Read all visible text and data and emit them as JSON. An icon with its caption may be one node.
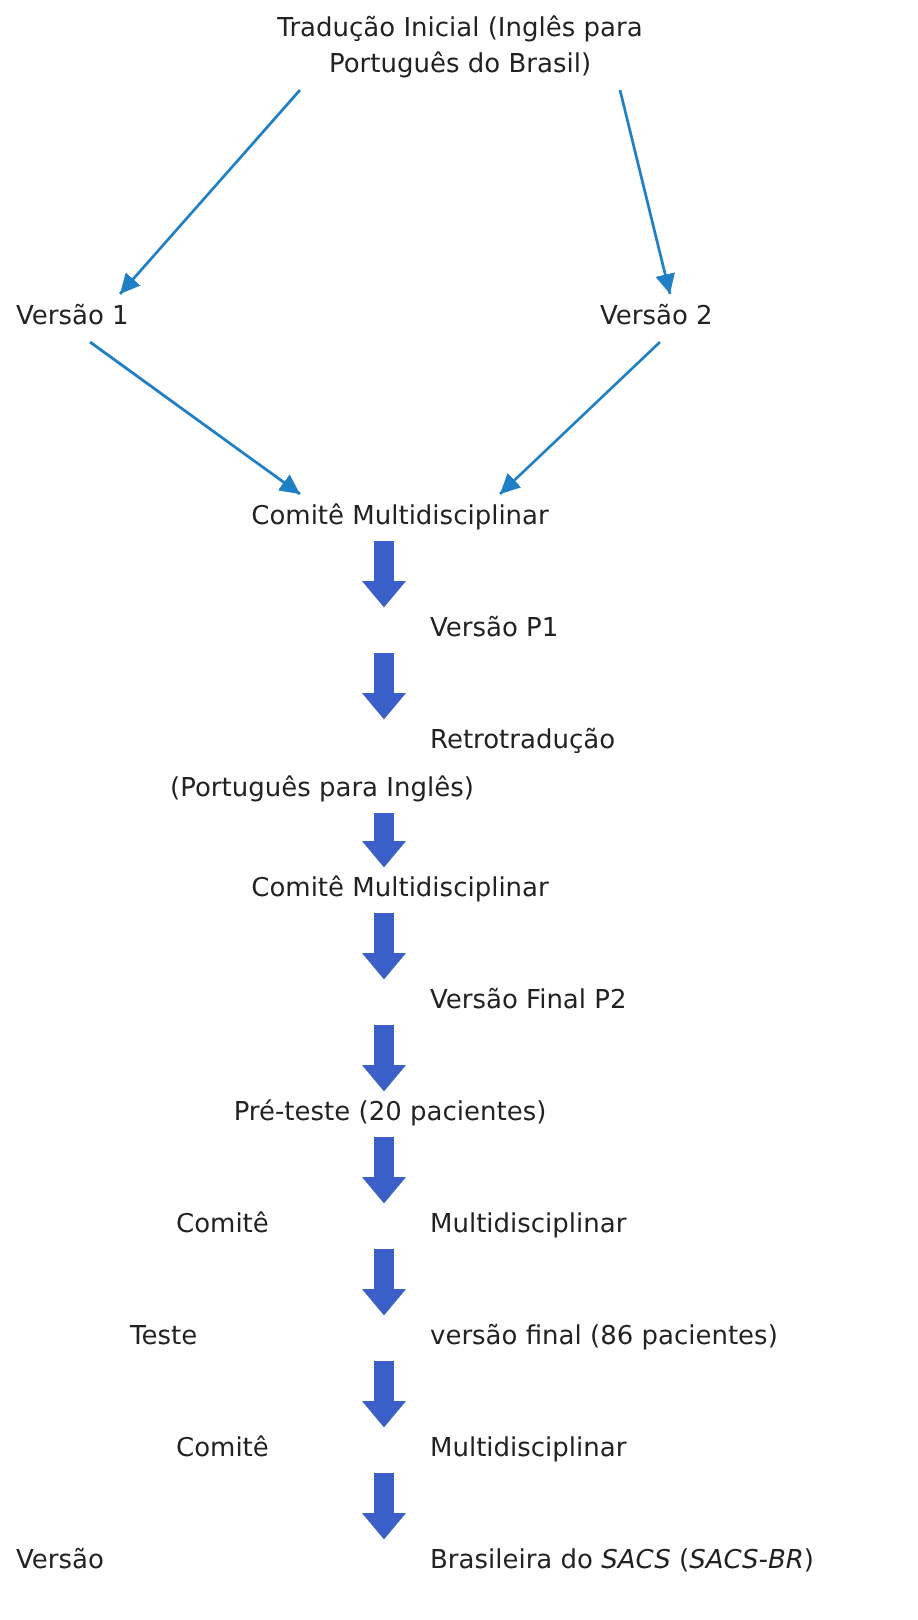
{
  "diagram": {
    "nodes": [
      {
        "text": [
          "Tradução Inicial (Inglês para Português do Brasil)"
        ]
      },
      {
        "text": [
          "Versão 1"
        ]
      },
      {
        "text": [
          "Versão 2"
        ]
      },
      {
        "text": [
          "Comitê Multidisciplinar"
        ]
      },
      {
        "text": [
          "Versão P1"
        ]
      },
      {
        "text": [
          "Retrotradução",
          "(Português para Inglês)"
        ]
      },
      {
        "text": [
          "Comitê Multidisciplinar"
        ]
      },
      {
        "text": [
          "Versão Final P2"
        ]
      },
      {
        "text": [
          "Pré-teste (20 pacientes)"
        ]
      },
      {
        "text": [
          "Comitê",
          "Multidisciplinar"
        ]
      },
      {
        "text": [
          "Teste",
          "versão final (86 pacientes)"
        ]
      },
      {
        "text": [
          "Comitê",
          "Multidisciplinar"
        ]
      },
      {
        "text": [
          "Versão",
          "Brasileira do *SACS* (*SACS-BR*)"
        ]
      }
    ],
    "edges": [
      {
        "from": 0,
        "to": 1,
        "arrow": "to",
        "color": "#1f7fc4"
      },
      {
        "from": 0,
        "to": 2,
        "arrow": "to",
        "color": "#1f7fc4"
      },
      {
        "from": 1,
        "to": 3,
        "arrow": "to",
        "color": "#1f7fc4"
      },
      {
        "from": 2,
        "to": 3,
        "arrow": "to",
        "color": "#1f7fc4"
      },
      {
        "from": 3,
        "to": 4,
        "arrow": "to",
        "style": "thick"
      },
      {
        "from": 4,
        "to": 5,
        "arrow": "to",
        "style": "thick"
      },
      {
        "from": 5,
        "to": 6,
        "arrow": "to",
        "style": "thick"
      },
      {
        "from": 6,
        "to": 7,
        "arrow": "to",
        "style": "thick"
      },
      {
        "from": 7,
        "to": 8,
        "arrow": "to",
        "style": "thick"
      },
      {
        "from": 8,
        "to": 9,
        "arrow": "to",
        "style": "thick"
      },
      {
        "from": 9,
        "to": 10,
        "arrow": "to",
        "style": "thick"
      },
      {
        "from": 10,
        "to": 11,
        "arrow": "to",
        "style": "thick"
      },
      {
        "from": 11,
        "to": 12,
        "arrow": "to",
        "style": "thick"
      }
    ]
  }
}
